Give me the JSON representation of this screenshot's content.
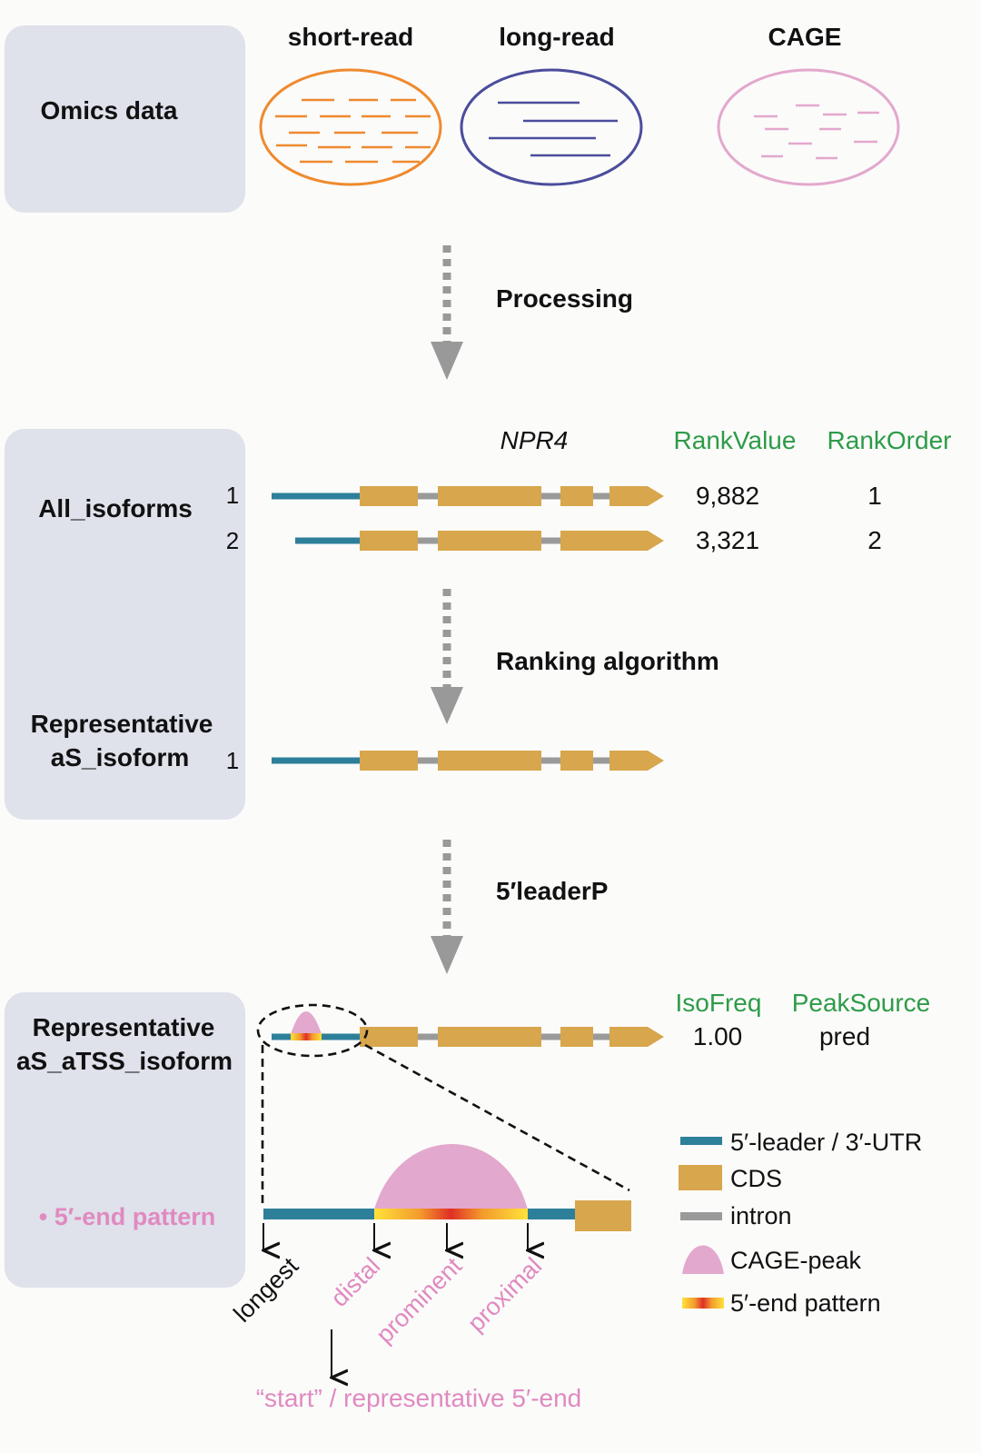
{
  "colors": {
    "panel": "#dfe1eb",
    "leader": "#2e7f9a",
    "cds": "#d8a64c",
    "intron": "#9a9a9a",
    "cage": "#e3a8cd",
    "pink_text": "#e08ac0",
    "green": "#2e9b48",
    "short_read": "#ef8a2e",
    "long_read": "#4b4d9c",
    "arrow": "#999999"
  },
  "omics": {
    "label": "Omics data",
    "sources": [
      "short-read",
      "long-read",
      "CAGE"
    ]
  },
  "steps": {
    "processing": "Processing",
    "ranking": "Ranking algorithm",
    "leaderp": "5′leaderP"
  },
  "isoforms": {
    "panel_label": "All_isoforms",
    "gene": "NPR4",
    "col_rank_value": "RankValue",
    "col_rank_order": "RankOrder",
    "rows": [
      {
        "num": "1",
        "rank_value": "9,882",
        "rank_order": "1"
      },
      {
        "num": "2",
        "rank_value": "3,321",
        "rank_order": "2"
      }
    ]
  },
  "representative": {
    "label_line1": "Representative",
    "label_line2": "aS_isoform",
    "num": "1"
  },
  "atss": {
    "label_line1": "Representative",
    "label_line2": "aS_aTSS_isoform",
    "col_isofreq": "IsoFreq",
    "col_peaksource": "PeakSource",
    "isofreq": "1.00",
    "peaksource": "pred",
    "pattern_label": "• 5′-end pattern"
  },
  "positions": {
    "longest": "longest",
    "distal": "distal",
    "prominent": "prominent",
    "proximal": "proximal",
    "start_note": "“start” / representative 5′-end"
  },
  "legend": [
    {
      "icon": "leader-bar-icon",
      "label": "5′-leader / 3′-UTR"
    },
    {
      "icon": "cds-box-icon",
      "label": "CDS"
    },
    {
      "icon": "intron-line-icon",
      "label": "intron"
    },
    {
      "icon": "cage-peak-icon",
      "label": "CAGE-peak"
    },
    {
      "icon": "pattern-gradient-icon",
      "label": "5′-end pattern"
    }
  ]
}
